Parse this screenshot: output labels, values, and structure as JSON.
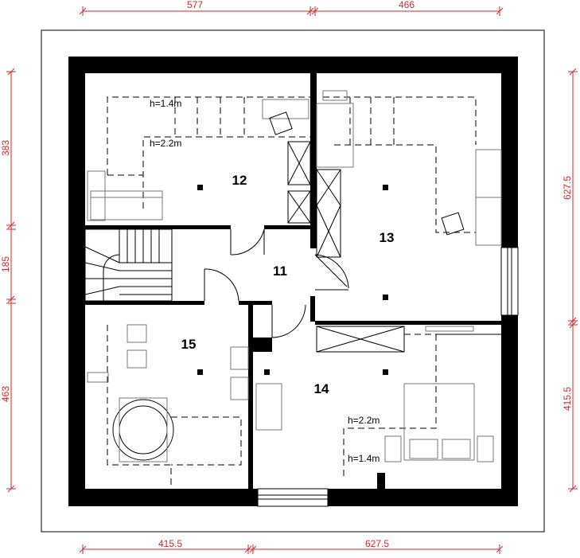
{
  "dimensions": {
    "top": [
      "577",
      "466"
    ],
    "bottom": [
      "415.5",
      "627.5"
    ],
    "left": [
      "383",
      "185",
      "463"
    ],
    "right": [
      "627.5",
      "415.5"
    ]
  },
  "rooms": [
    {
      "number": "11"
    },
    {
      "number": "12"
    },
    {
      "number": "13"
    },
    {
      "number": "14"
    },
    {
      "number": "15"
    }
  ],
  "height_notes": {
    "room12_low": "h=1.4m",
    "room12_high": "h=2.2m",
    "room14_high": "h=2.2m",
    "room14_low": "h=1.4m"
  },
  "colors": {
    "dimension_lines": "#d22a2a",
    "walls": "#000000",
    "background": "#ffffff"
  }
}
